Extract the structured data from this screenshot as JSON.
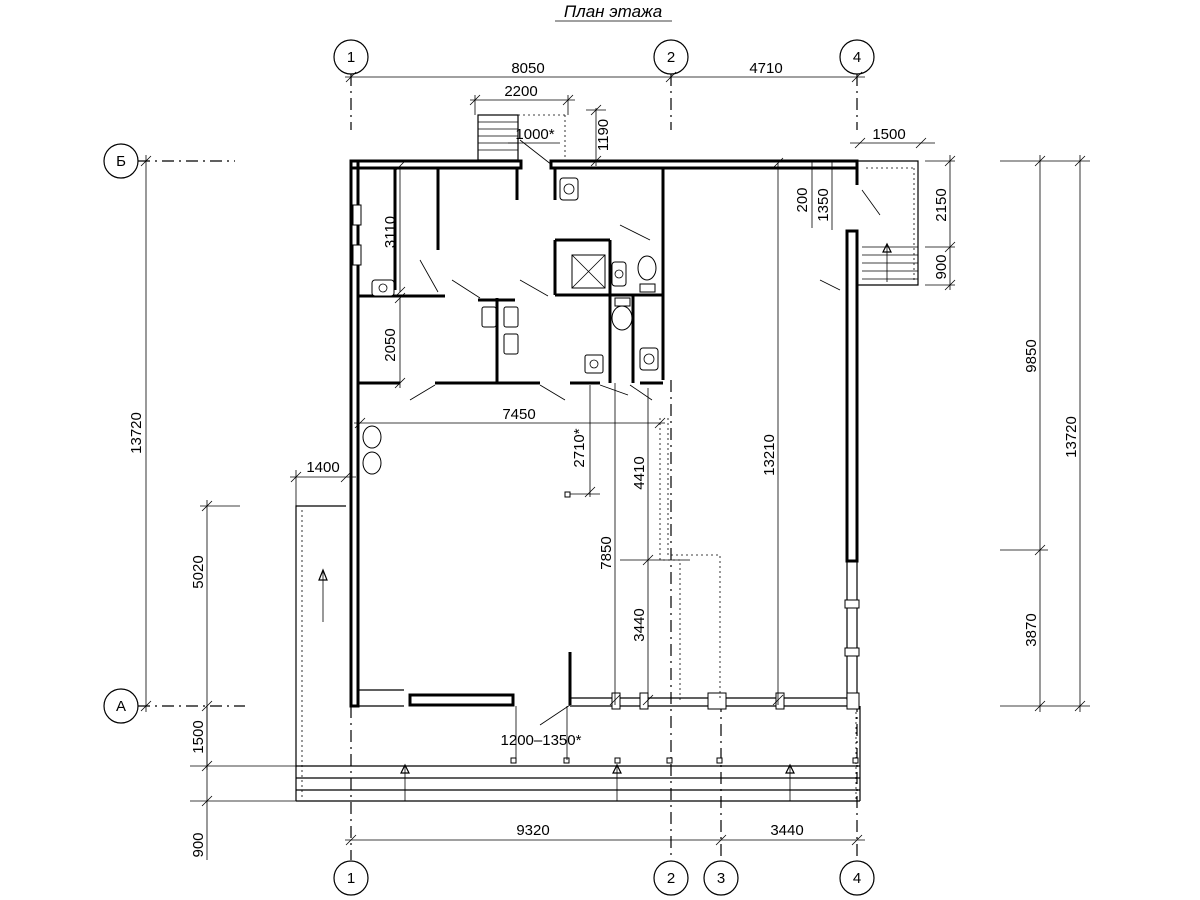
{
  "title": "План этажа",
  "axes": {
    "top": [
      "1",
      "2",
      "4"
    ],
    "bottom": [
      "1",
      "2",
      "3",
      "4"
    ],
    "left": [
      "Б",
      "А"
    ]
  },
  "dimensions": {
    "top_8050": "8050",
    "top_4710": "4710",
    "d_2200": "2200",
    "d_1000": "1000*",
    "d_1190": "1190",
    "d_1500_top": "1500",
    "d_200": "200",
    "d_1350": "1350",
    "d_2150": "2150",
    "d_900_right": "900",
    "d_3110": "3110",
    "d_2050": "2050",
    "d_7450": "7450",
    "d_2710": "2710*",
    "d_4410": "4410",
    "d_13210": "13210",
    "d_7850": "7850",
    "d_3440_mid": "3440",
    "left_13720": "13720",
    "d_1400": "1400",
    "d_5020": "5020",
    "d_1500_left": "1500",
    "d_900_left": "900",
    "right_9850": "9850",
    "right_3870": "3870",
    "right_13720": "13720",
    "d_1200_1350": "1200–1350*",
    "bottom_9320": "9320",
    "bottom_3440": "3440"
  }
}
